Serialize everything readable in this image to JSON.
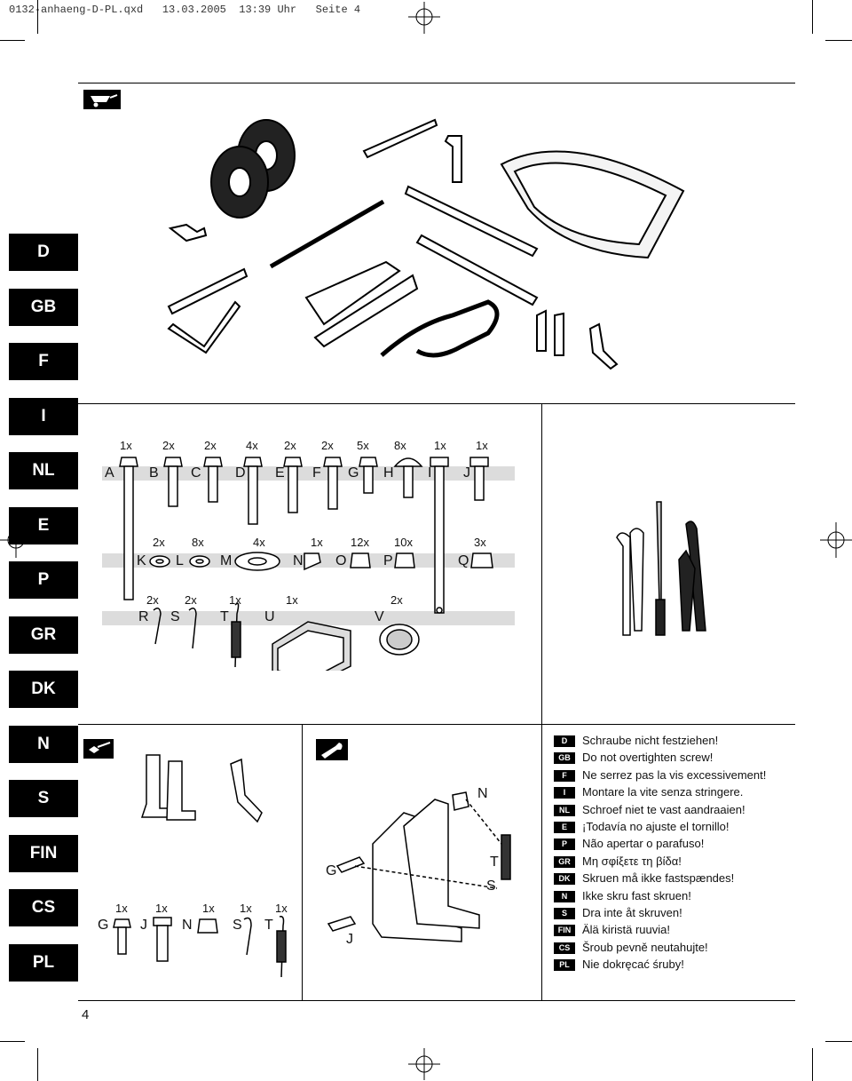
{
  "header": "0132-anhaeng-D-PL.qxd   13.03.2005  13:39 Uhr   Seite 4",
  "languages": [
    "D",
    "GB",
    "F",
    "I",
    "NL",
    "E",
    "P",
    "GR",
    "DK",
    "N",
    "S",
    "FIN",
    "CS",
    "PL"
  ],
  "parts_row1": {
    "letters": [
      "A",
      "B",
      "C",
      "D",
      "E",
      "F",
      "G",
      "H",
      "I",
      "J"
    ],
    "qty": [
      "1x",
      "2x",
      "2x",
      "4x",
      "2x",
      "2x",
      "5x",
      "8x",
      "1x",
      "1x"
    ]
  },
  "parts_row2": {
    "letters": [
      "K",
      "L",
      "M",
      "N",
      "O",
      "P",
      "Q"
    ],
    "qty": [
      "2x",
      "8x",
      "4x",
      "1x",
      "12x",
      "10x",
      "3x"
    ]
  },
  "parts_row3": {
    "letters": [
      "R",
      "S",
      "T",
      "U",
      "V"
    ],
    "qty": [
      "2x",
      "2x",
      "1x",
      "1x",
      "2x"
    ]
  },
  "step_parts": {
    "letters": [
      "G",
      "J",
      "N",
      "S",
      "T"
    ],
    "qty": [
      "1x",
      "1x",
      "1x",
      "1x",
      "1x"
    ]
  },
  "assembly_labels": [
    "N",
    "T",
    "S",
    "G",
    "J"
  ],
  "notes": [
    {
      "lang": "D",
      "text": "Schraube nicht festziehen!"
    },
    {
      "lang": "GB",
      "text": "Do not overtighten screw!"
    },
    {
      "lang": "F",
      "text": "Ne serrez pas la vis excessivement!"
    },
    {
      "lang": "I",
      "text": "Montare la vite senza stringere."
    },
    {
      "lang": "NL",
      "text": "Schroef niet te vast aandraaien!"
    },
    {
      "lang": "E",
      "text": "¡Todavía no ajuste el tornillo!"
    },
    {
      "lang": "P",
      "text": "Não apertar o parafuso!"
    },
    {
      "lang": "GR",
      "text": "Μη σφίξετε τη βίδα!"
    },
    {
      "lang": "DK",
      "text": "Skruen må ikke fastspændes!"
    },
    {
      "lang": "N",
      "text": "Ikke skru fast skruen!"
    },
    {
      "lang": "S",
      "text": "Dra inte åt skruven!"
    },
    {
      "lang": "FIN",
      "text": "Älä kiristä ruuvia!"
    },
    {
      "lang": "CS",
      "text": "Šroub pevně neutahujte!"
    },
    {
      "lang": "PL",
      "text": "Nie dokręcać śruby!"
    }
  ],
  "page_number": "4",
  "icons": [
    "wheelbarrow-icon",
    "nut-bolt-icon",
    "wrench-icon"
  ]
}
